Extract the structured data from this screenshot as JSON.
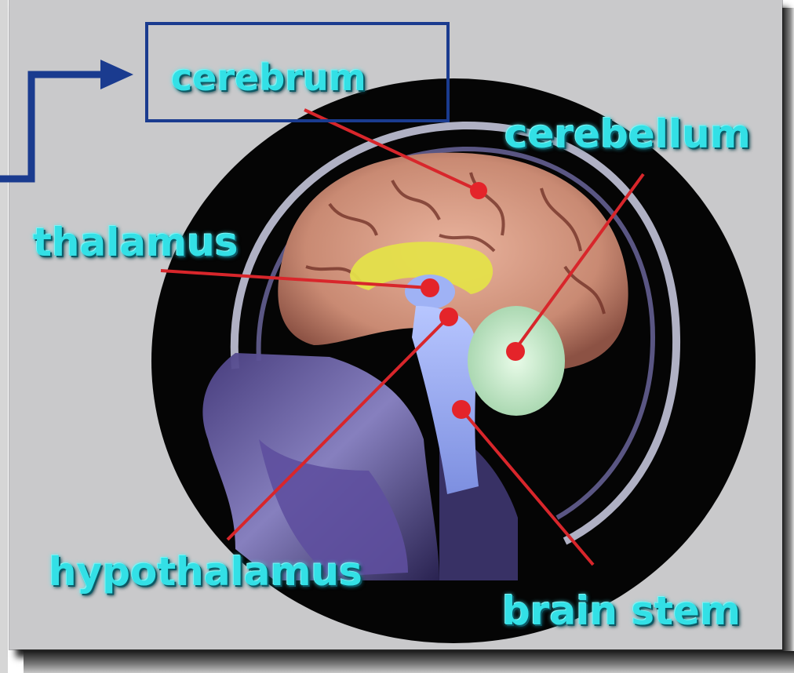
{
  "labels": {
    "cerebrum": "cerebrum",
    "cerebellum": "cerebellum",
    "thalamus": "thalamus",
    "hypothalamus": "hypothalamus",
    "brain_stem": "brain stem"
  },
  "colors": {
    "label": "#33e0e6",
    "pointer_line": "#d8262b",
    "marker_dot": "#e4242a",
    "highlight": "#1a3b8f",
    "background": "#c9c9cb"
  },
  "icons": {
    "highlight_arrow": "arrow-right-icon"
  }
}
